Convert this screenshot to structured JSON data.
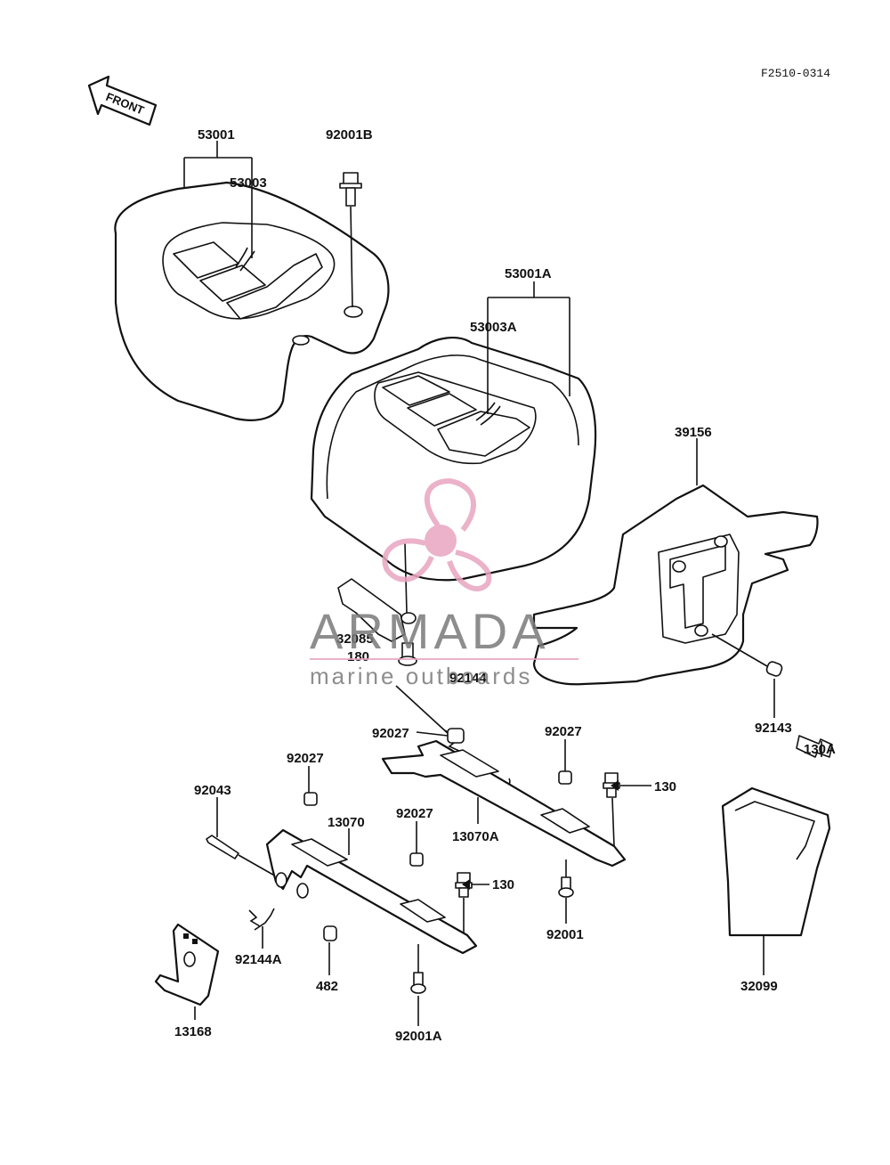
{
  "diagram_code": "F2510-0314",
  "front_arrow_label": "FRONT",
  "watermark": {
    "brand": "ARMADA",
    "tagline": "marine outboards",
    "color": "#e8a5c0"
  },
  "callouts": {
    "p53001": "53001",
    "p53003": "53003",
    "p92001B": "92001B",
    "p53001A": "53001A",
    "p53003A": "53003A",
    "p39156": "39156",
    "p32085": "32085",
    "p180": "180",
    "p92144": "92144",
    "p92143": "92143",
    "p130A": "130A",
    "p92027a": "92027",
    "p92027b": "92027",
    "p92027c": "92027",
    "p92027d": "92027",
    "p130a": "130",
    "p130b": "130",
    "p92043": "92043",
    "p13070": "13070",
    "p13070A": "13070A",
    "p92001": "92001",
    "p32099": "32099",
    "p92144A": "92144A",
    "p482": "482",
    "p92001A": "92001A",
    "p13168": "13168"
  }
}
